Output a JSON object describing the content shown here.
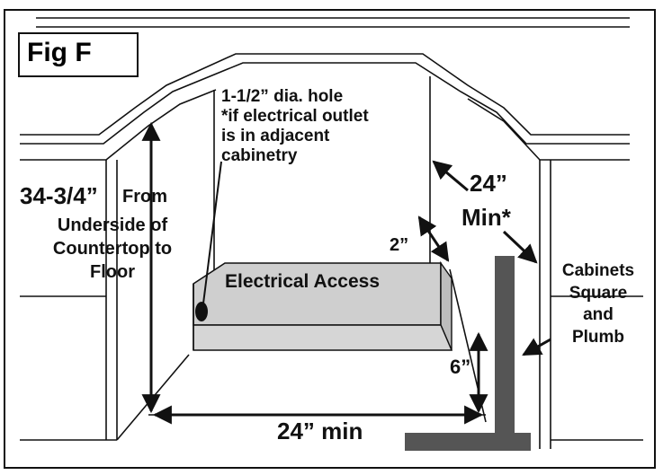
{
  "figure_label": "Fig F",
  "labels": {
    "hole": "1-1/2” dia. hole\n*if electrical outlet\nis in adjacent\ncabinetry",
    "height_value": "34-3/4”",
    "height_from": "From",
    "height_rest": "Underside of\nCountertop to\nFloor",
    "min_24_top": "24”",
    "min_24_bottom": "Min*",
    "two_inch": "2”",
    "electrical_access": "Electrical Access",
    "cabinets": "Cabinets\nSquare\nand\nPlumb",
    "six_inch": "6”",
    "width_min": "24” min"
  },
  "colors": {
    "line": "#111111",
    "box_fill": "#c9c9c9",
    "box_front": "#d8d8d8",
    "square_tool": "#555555"
  }
}
